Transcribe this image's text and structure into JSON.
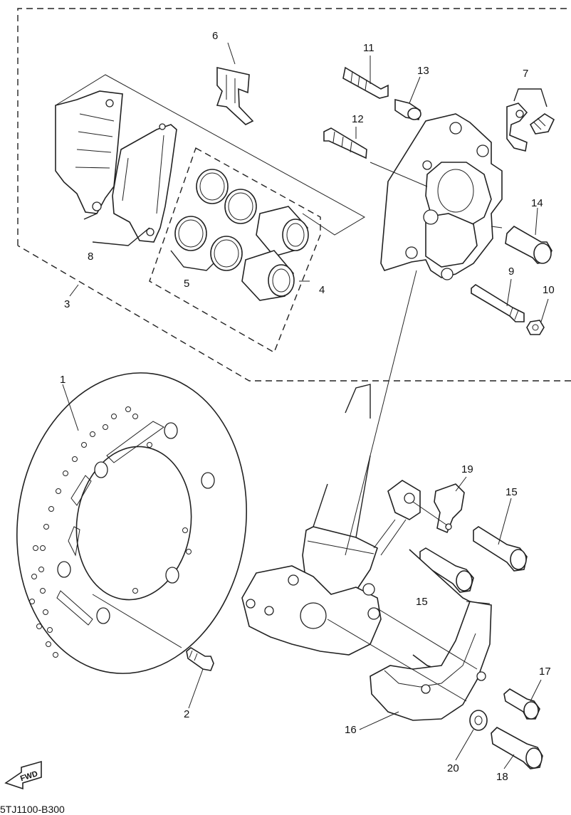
{
  "diagram": {
    "drawing_code": "5TJ1100-B300",
    "forward_label": "FWD",
    "callouts": [
      "1",
      "2",
      "3",
      "4",
      "5",
      "6",
      "7",
      "8",
      "9",
      "10",
      "11",
      "12",
      "13",
      "14",
      "15",
      "15",
      "16",
      "17",
      "18",
      "19",
      "20"
    ]
  }
}
